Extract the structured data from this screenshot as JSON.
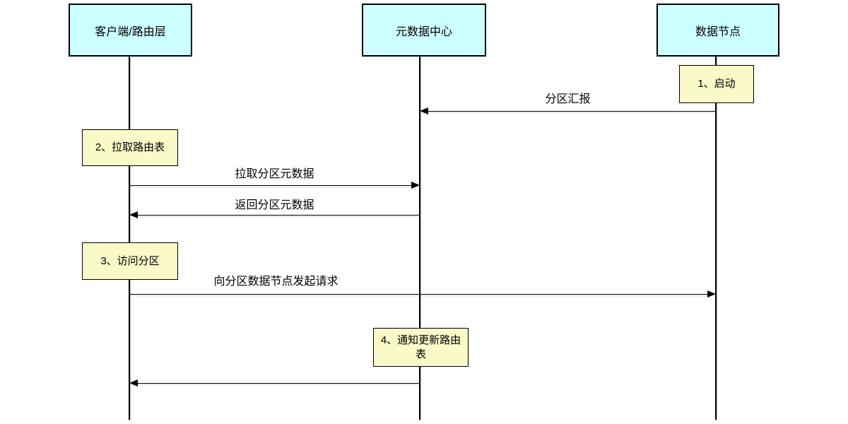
{
  "diagram": {
    "type": "sequence-diagram",
    "colors": {
      "background": "#FFFFFF",
      "actor_fill": "#CCFFFF",
      "note_fill": "#FAFAC8",
      "line": "#000000"
    },
    "actors": [
      {
        "label": "客户端/路由层"
      },
      {
        "label": "元数据中心"
      },
      {
        "label": "数据节点"
      }
    ],
    "notes": [
      {
        "label": "1、启动",
        "attached_to": "数据节点"
      },
      {
        "label": "2、拉取路由表",
        "attached_to": "客户端/路由层"
      },
      {
        "label": "3、访问分区",
        "attached_to": "客户端/路由层"
      },
      {
        "label": "4、通知更新路由表",
        "attached_to": "元数据中心"
      }
    ],
    "messages": [
      {
        "label": "分区汇报",
        "from": "数据节点",
        "to": "元数据中心",
        "direction": "left"
      },
      {
        "label": "拉取分区元数据",
        "from": "客户端/路由层",
        "to": "元数据中心",
        "direction": "right"
      },
      {
        "label": "返回分区元数据",
        "from": "元数据中心",
        "to": "客户端/路由层",
        "direction": "left"
      },
      {
        "label": "向分区数据节点发起请求",
        "from": "客户端/路由层",
        "to": "数据节点",
        "direction": "right"
      },
      {
        "label": "",
        "from": "元数据中心",
        "to": "客户端/路由层",
        "direction": "left"
      }
    ]
  }
}
